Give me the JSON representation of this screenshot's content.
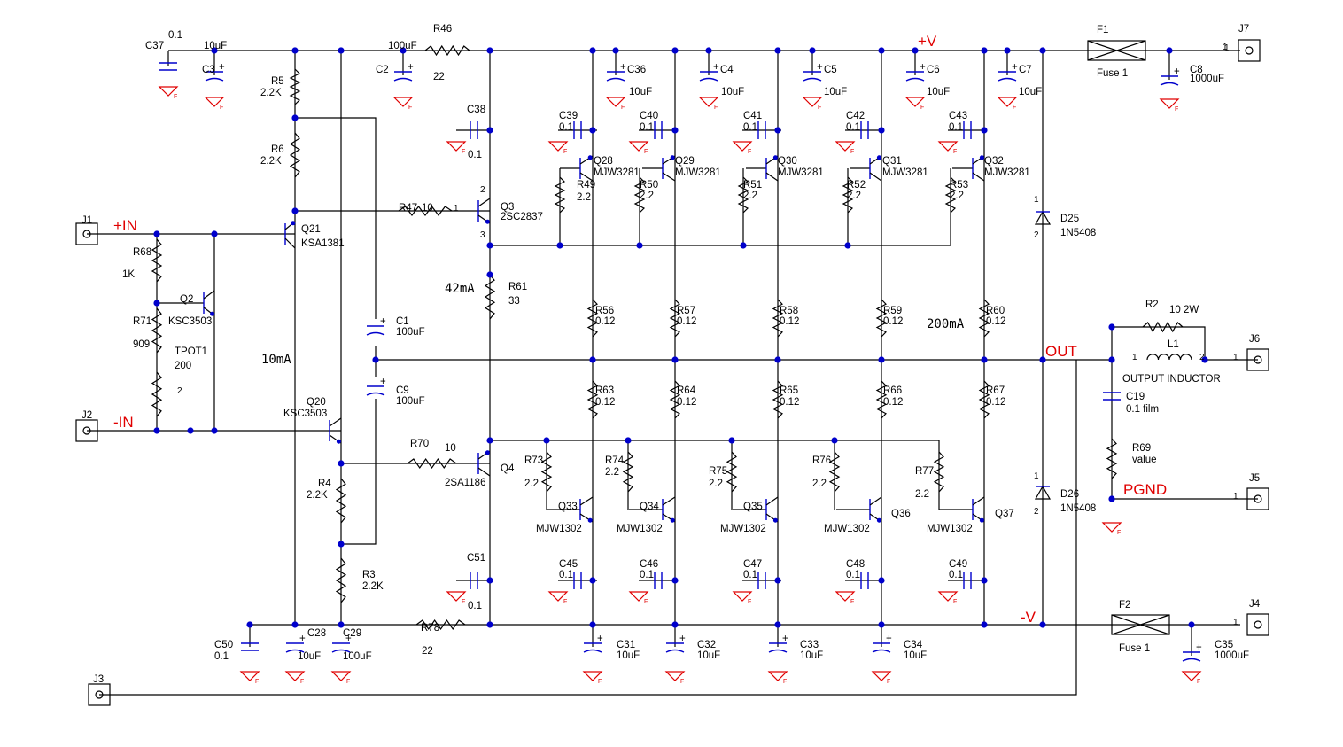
{
  "nets": {
    "plus_v": "+V",
    "minus_v": "-V",
    "plus_in": "+IN",
    "minus_in": "-IN",
    "out": "OUT",
    "pgnd": "PGND"
  },
  "notes": {
    "i10": "10mA",
    "i42": "42mA",
    "i200": "200mA"
  },
  "gnd_mark": "F",
  "connectors": [
    {
      "ref": "J1",
      "pin": ""
    },
    {
      "ref": "J2",
      "pin": ""
    },
    {
      "ref": "J3",
      "pin": ""
    },
    {
      "ref": "J4",
      "pin": "1"
    },
    {
      "ref": "J5",
      "pin": "1"
    },
    {
      "ref": "J6",
      "pin": "1"
    },
    {
      "ref": "J7",
      "pin": "1"
    }
  ],
  "fuses": [
    {
      "ref": "F1",
      "value": "Fuse 1"
    },
    {
      "ref": "F2",
      "value": "Fuse 1"
    }
  ],
  "diodes": [
    {
      "ref": "D25",
      "value": "1N5408"
    },
    {
      "ref": "D26",
      "value": "1N5408"
    }
  ],
  "inductor": {
    "ref": "L1",
    "value": "OUTPUT INDUCTOR"
  },
  "caps": [
    {
      "ref": "C37",
      "value": "0.1"
    },
    {
      "ref": "C3",
      "value": "10uF"
    },
    {
      "ref": "C2",
      "value": "100uF"
    },
    {
      "ref": "C38",
      "value": "0.1"
    },
    {
      "ref": "C36",
      "value": "10uF"
    },
    {
      "ref": "C4",
      "value": "10uF"
    },
    {
      "ref": "C5",
      "value": "10uF"
    },
    {
      "ref": "C6",
      "value": "10uF"
    },
    {
      "ref": "C7",
      "value": "10uF"
    },
    {
      "ref": "C8",
      "value": "1000uF"
    },
    {
      "ref": "C39",
      "value": "0.1"
    },
    {
      "ref": "C40",
      "value": "0.1"
    },
    {
      "ref": "C41",
      "value": "0.1"
    },
    {
      "ref": "C42",
      "value": "0.1"
    },
    {
      "ref": "C43",
      "value": "0.1"
    },
    {
      "ref": "C1",
      "value": "100uF"
    },
    {
      "ref": "C9",
      "value": "100uF"
    },
    {
      "ref": "C19",
      "value": "0.1 film"
    },
    {
      "ref": "C45",
      "value": "0.1"
    },
    {
      "ref": "C46",
      "value": "0.1"
    },
    {
      "ref": "C47",
      "value": "0.1"
    },
    {
      "ref": "C48",
      "value": "0.1"
    },
    {
      "ref": "C49",
      "value": "0.1"
    },
    {
      "ref": "C51",
      "value": "0.1"
    },
    {
      "ref": "C50",
      "value": "0.1"
    },
    {
      "ref": "C28",
      "value": "10uF"
    },
    {
      "ref": "C29",
      "value": "100uF"
    },
    {
      "ref": "C31",
      "value": "10uF"
    },
    {
      "ref": "C32",
      "value": "10uF"
    },
    {
      "ref": "C33",
      "value": "10uF"
    },
    {
      "ref": "C34",
      "value": "10uF"
    },
    {
      "ref": "C35",
      "value": "1000uF"
    }
  ],
  "resistors": [
    {
      "ref": "R46",
      "value": "22"
    },
    {
      "ref": "R5",
      "value": "2.2K"
    },
    {
      "ref": "R6",
      "value": "2.2K"
    },
    {
      "ref": "R47",
      "value": "10"
    },
    {
      "ref": "R68",
      "value": "1K"
    },
    {
      "ref": "R71",
      "value": "909"
    },
    {
      "ref": "TPOT1",
      "value": "200"
    },
    {
      "ref": "R61",
      "value": "33"
    },
    {
      "ref": "R49",
      "value": "2.2"
    },
    {
      "ref": "R50",
      "value": "2.2"
    },
    {
      "ref": "R51",
      "value": "2.2"
    },
    {
      "ref": "R52",
      "value": "2.2"
    },
    {
      "ref": "R53",
      "value": "2.2"
    },
    {
      "ref": "R56",
      "value": "0.12"
    },
    {
      "ref": "R57",
      "value": "0.12"
    },
    {
      "ref": "R58",
      "value": "0.12"
    },
    {
      "ref": "R59",
      "value": "0.12"
    },
    {
      "ref": "R60",
      "value": "0.12"
    },
    {
      "ref": "R63",
      "value": "0.12"
    },
    {
      "ref": "R64",
      "value": "0.12"
    },
    {
      "ref": "R65",
      "value": "0.12"
    },
    {
      "ref": "R66",
      "value": "0.12"
    },
    {
      "ref": "R67",
      "value": "0.12"
    },
    {
      "ref": "R2",
      "value": "10 2W"
    },
    {
      "ref": "R69",
      "value": "value"
    },
    {
      "ref": "R70",
      "value": "10"
    },
    {
      "ref": "R4",
      "value": "2.2K"
    },
    {
      "ref": "R3",
      "value": "2.2K"
    },
    {
      "ref": "R78",
      "value": "22"
    },
    {
      "ref": "R73",
      "value": "2.2"
    },
    {
      "ref": "R74",
      "value": "2.2"
    },
    {
      "ref": "R75",
      "value": "2.2"
    },
    {
      "ref": "R76",
      "value": "2.2"
    },
    {
      "ref": "R77",
      "value": "2.2"
    }
  ],
  "transistors": [
    {
      "ref": "Q21",
      "part": "KSA1381"
    },
    {
      "ref": "Q2",
      "part": "KSC3503"
    },
    {
      "ref": "Q20",
      "part": "KSC3503"
    },
    {
      "ref": "Q3",
      "part": "2SC2837"
    },
    {
      "ref": "Q4",
      "part": "2SA1186"
    },
    {
      "ref": "Q28",
      "part": "MJW3281"
    },
    {
      "ref": "Q29",
      "part": "MJW3281"
    },
    {
      "ref": "Q30",
      "part": "MJW3281"
    },
    {
      "ref": "Q31",
      "part": "MJW3281"
    },
    {
      "ref": "Q32",
      "part": "MJW3281"
    },
    {
      "ref": "Q33",
      "part": "MJW1302"
    },
    {
      "ref": "Q34",
      "part": "MJW1302"
    },
    {
      "ref": "Q35",
      "part": "MJW1302"
    },
    {
      "ref": "Q36",
      "part": "MJW1302"
    },
    {
      "ref": "Q37",
      "part": "MJW1302"
    }
  ],
  "pin_numbers": {
    "one": "1",
    "two": "2",
    "three": "3"
  }
}
